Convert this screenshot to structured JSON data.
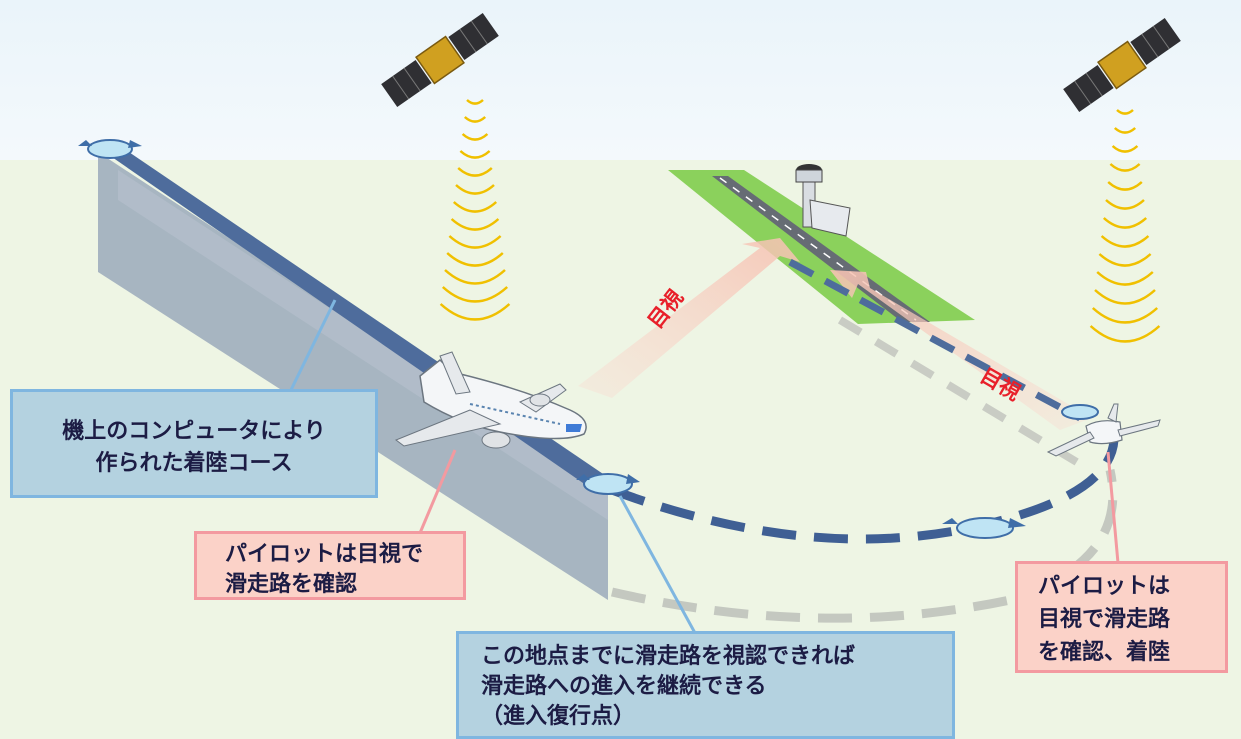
{
  "labels": {
    "course_box": [
      "機上のコンピュータにより",
      "作られた着陸コース"
    ],
    "pilot_left_box": [
      "パイロットは目視で",
      "滑走路を確認"
    ],
    "missed_approach_box": [
      "この地点までに滑走路を視認できれば",
      "滑走路への進入を継続できる",
      "（進入復行点）"
    ],
    "pilot_right_box": [
      "パイロットは",
      "目視で滑走路",
      "を確認、着陸"
    ],
    "visual_1": "目視",
    "visual_2": "目視"
  },
  "colors": {
    "sky": "#eef6fb",
    "ground": "#eef5e4",
    "runway_grass": "#8bd15c",
    "course_ribbon": "#4e6c9c",
    "course_wall": "#8fa0b4",
    "signal": "#f0c000",
    "box_blue_fill": "#b4d2e0",
    "box_blue_border": "#7fb6e0",
    "box_pink_fill": "#fbd2c8",
    "box_pink_border": "#f39aa0",
    "label_red": "#e8202a"
  },
  "icons": [
    "satellite-icon",
    "control-tower-icon",
    "airplane-icon",
    "waypoint-marker-icon"
  ]
}
